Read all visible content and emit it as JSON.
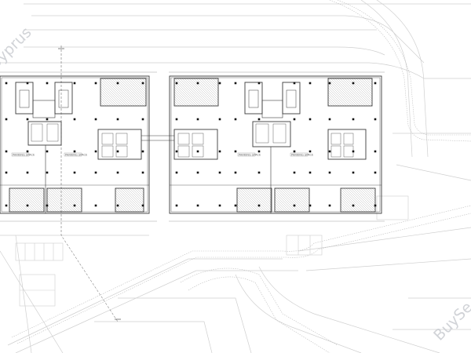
{
  "watermark": {
    "left_text": "Byprus",
    "right_text": "BuySe"
  },
  "colors": {
    "background": "#ffffff",
    "wall": "#3a3a3a",
    "column": "#111111",
    "site_lines": "#c8c8c8",
    "hatch": "#9a9a9a",
    "watermark": "#c9ccd1"
  },
  "room_labels": [
    "PARKING SPACE",
    "PARKING SPACE",
    "PARKING SPACE",
    "PARKING SPACE"
  ]
}
